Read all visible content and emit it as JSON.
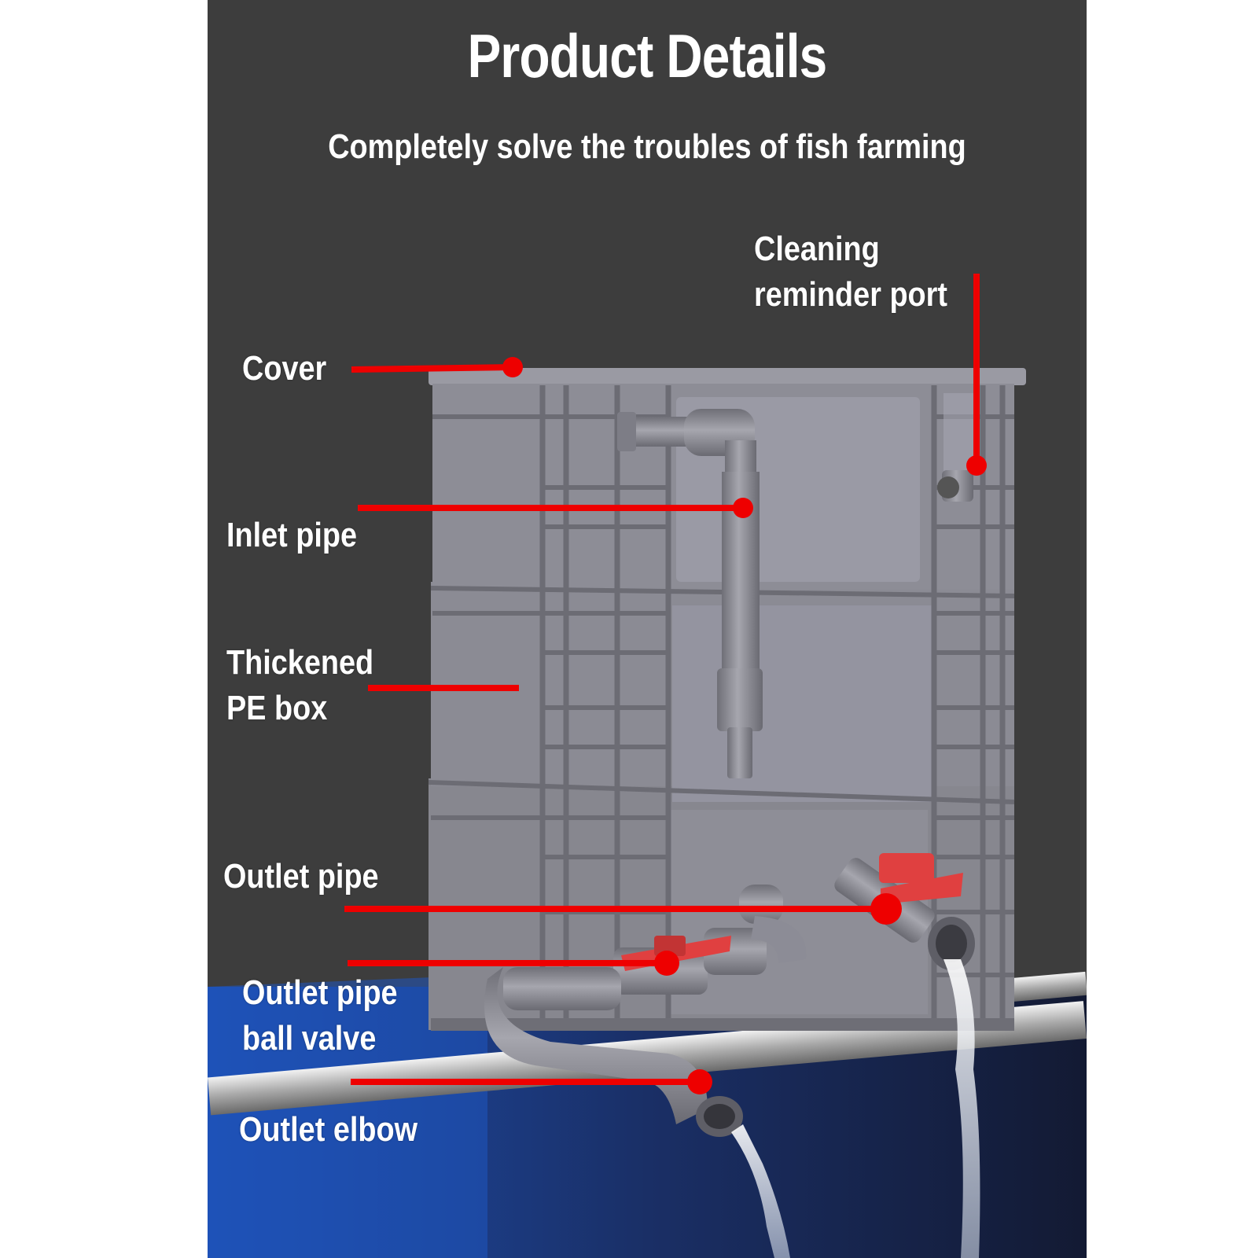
{
  "header": {
    "title": "Product Details",
    "subtitle": "Completely solve the troubles of fish farming"
  },
  "callouts": [
    {
      "id": "cleaning-port",
      "lines": [
        "Cleaning",
        "reminder port"
      ]
    },
    {
      "id": "cover",
      "lines": [
        "Cover"
      ]
    },
    {
      "id": "inlet-pipe",
      "lines": [
        "Inlet pipe"
      ]
    },
    {
      "id": "pe-box",
      "lines": [
        "Thickened",
        "PE box"
      ]
    },
    {
      "id": "outlet-pipe",
      "lines": [
        "Outlet pipe"
      ]
    },
    {
      "id": "ball-valve",
      "lines": [
        "Outlet pipe",
        "ball valve"
      ]
    },
    {
      "id": "outlet-elbow",
      "lines": [
        "Outlet elbow"
      ]
    }
  ],
  "colors": {
    "background": "#3d3d3d",
    "callout_red": "#ee0000",
    "box_gray": "#8a8a94",
    "tank_blue": "#1a3f8c",
    "valve_handle": "#e04040"
  }
}
